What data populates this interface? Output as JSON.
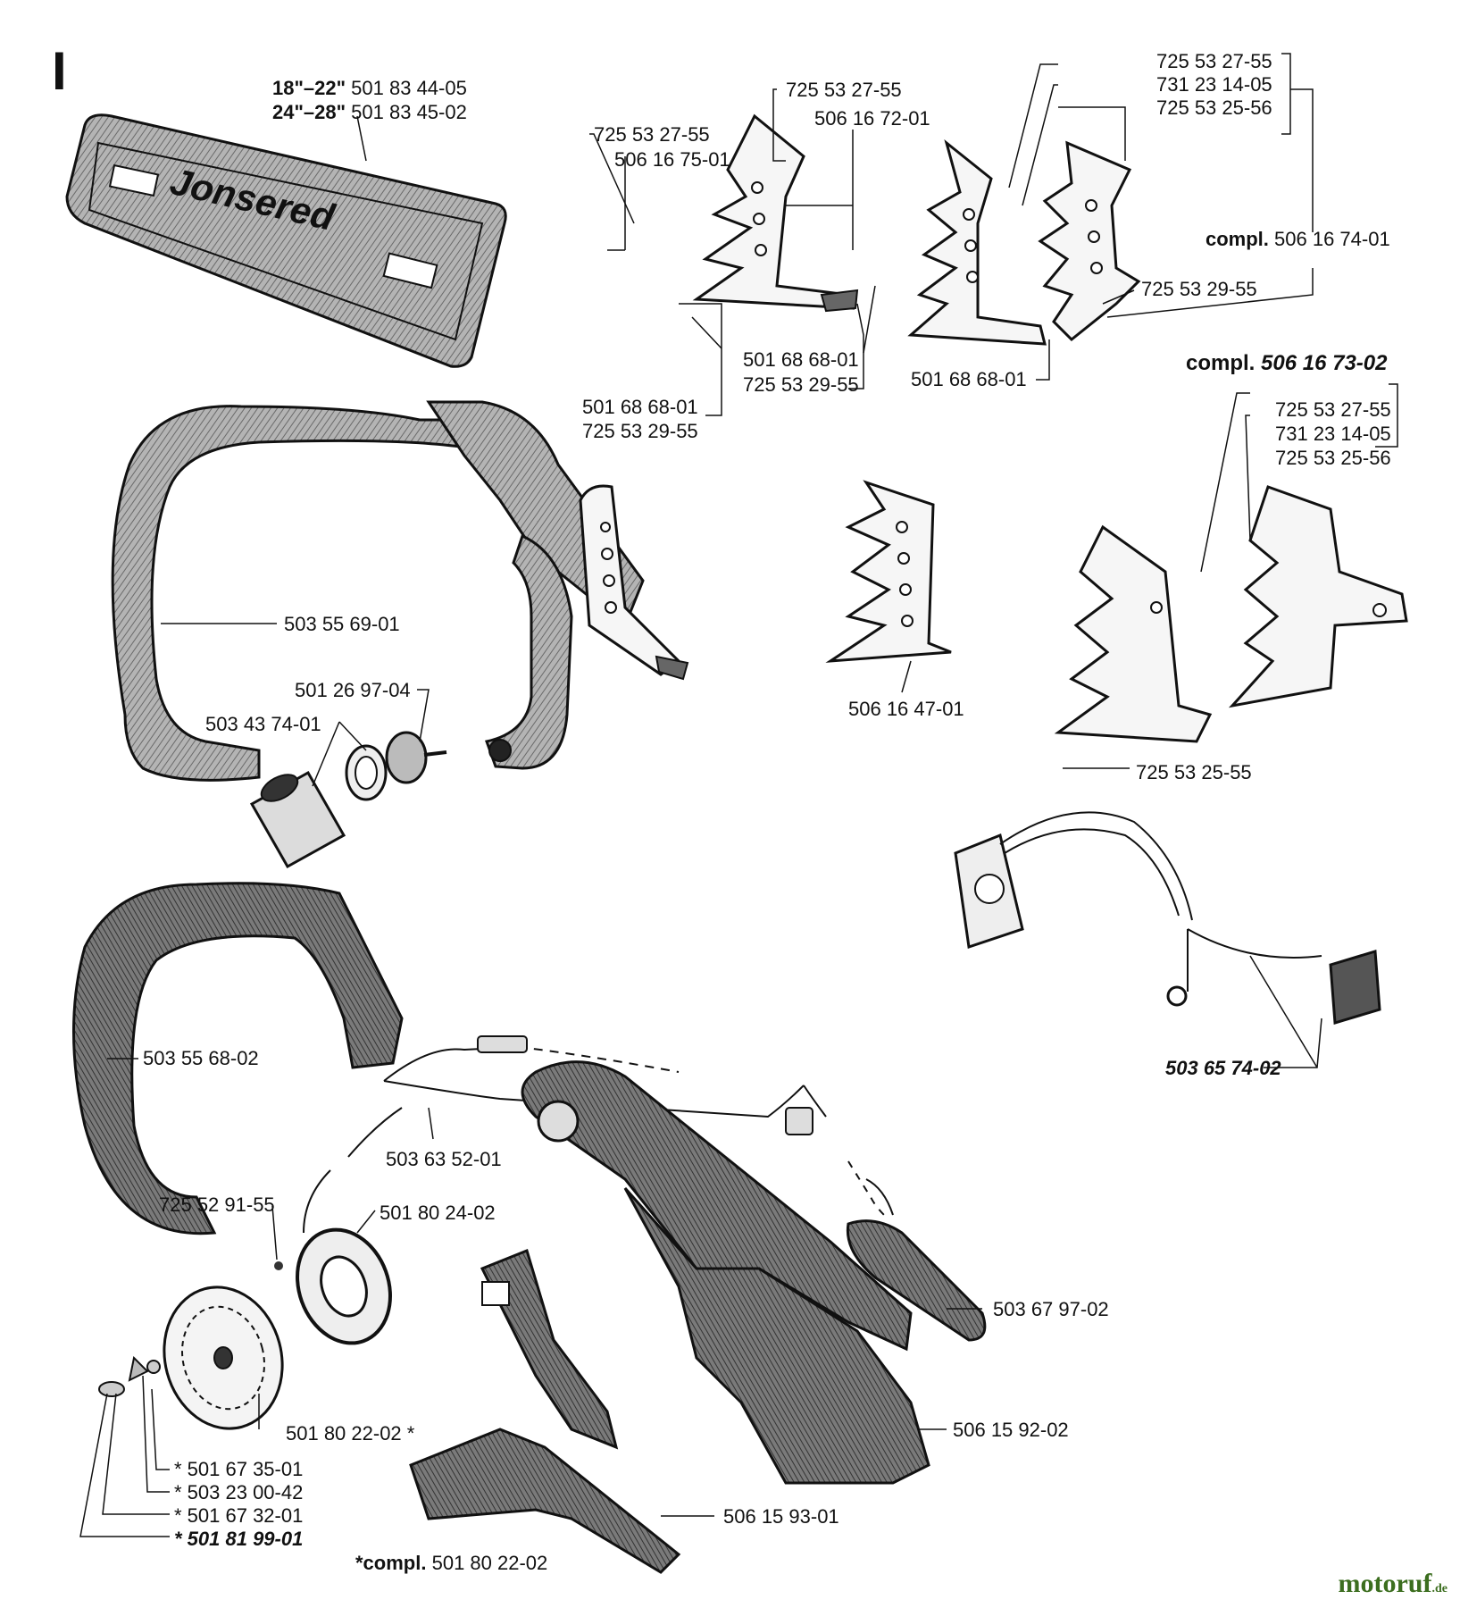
{
  "section_letter": "I",
  "brand": "Jonsered",
  "watermark": {
    "name": "motoruf",
    "tld": ".de"
  },
  "colors": {
    "ink": "#111111",
    "part_fill": "#9a9a9a",
    "part_dark": "#3a3a3a",
    "watermark": "#3c6e1f"
  },
  "labels": {
    "bar_cover_18_size": "18\"–22\"",
    "bar_cover_18_num": "501 83 44-05",
    "bar_cover_24_size": "24\"–28\"",
    "bar_cover_24_num": "501 83 45-02",
    "spike_a_screw": "725 53 27-55",
    "spike_a_plate": "506 16 75-01",
    "spike_a_nut": "501 68 68-01",
    "spike_a_screw2": "725 53 29-55",
    "spike_b_screw": "725 53 27-55",
    "spike_b_plate": "506 16 72-01",
    "spike_b_nut": "501 68 68-01",
    "spike_b_screw2": "725 53 29-55",
    "spike_c_1": "725 53 27-55",
    "spike_c_2": "731 23 14-05",
    "spike_c_3": "725 53 25-56",
    "spike_c_compl_prefix": "compl.",
    "spike_c_compl_num": "506 16 74-01",
    "spike_c_screw": "725 53 29-55",
    "spike_c_nut": "501 68 68-01",
    "spike_d_compl_prefix": "compl.",
    "spike_d_compl_num": "506 16 73-02",
    "spike_d_1": "725 53 27-55",
    "spike_d_2": "731 23 14-05",
    "spike_d_3": "725 53 25-56",
    "spike_d_plate": "506 16 47-01",
    "spike_d_screw": "725 53 25-55",
    "handle_upper": "503 55 69-01",
    "handle_plug": "501 26 97-04",
    "handle_sleeve": "503 43 74-01",
    "switch": "503 65 74-02",
    "handle_lower": "503 55 68-02",
    "cable": "503 63 52-01",
    "screw_flywheel": "725 52 91-55",
    "ignition_module": "501 80 24-02",
    "throttle": "503 67 97-02",
    "handle_housing": "506 15 92-02",
    "flywheel": "501 80 22-02 *",
    "part_35": "* 501 67 35-01",
    "part_23": "* 503 23 00-42",
    "part_32": "* 501 67 32-01",
    "part_81": "* 501 81 99-01",
    "handle_cover": "506 15 93-01",
    "compl_bottom_prefix": "*compl.",
    "compl_bottom_num": "501 80 22-02"
  }
}
